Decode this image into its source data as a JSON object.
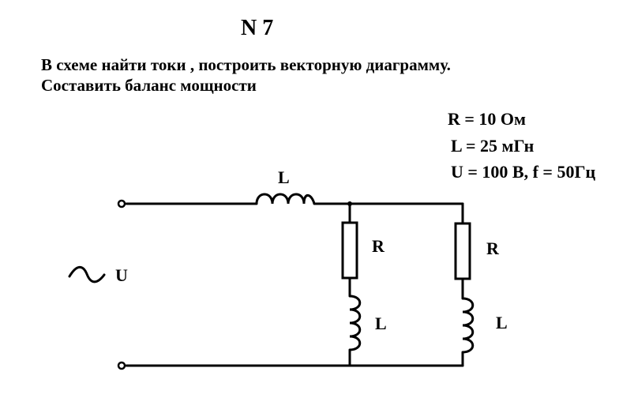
{
  "title": "N 7",
  "task": {
    "line1": "В схеме найти токи , построить векторную диаграмму.",
    "line2": "Составить баланс мощности"
  },
  "params": {
    "r": "R =  10 Ом",
    "l": "L =  25 мГн",
    "u_f": "U = 100 В, f = 50Гц"
  },
  "circuit": {
    "series_inductor_label": "L",
    "source_label": "U",
    "branch1": {
      "resistor_label": "R",
      "inductor_label": "L"
    },
    "branch2": {
      "resistor_label": "R",
      "inductor_label": "L"
    }
  }
}
